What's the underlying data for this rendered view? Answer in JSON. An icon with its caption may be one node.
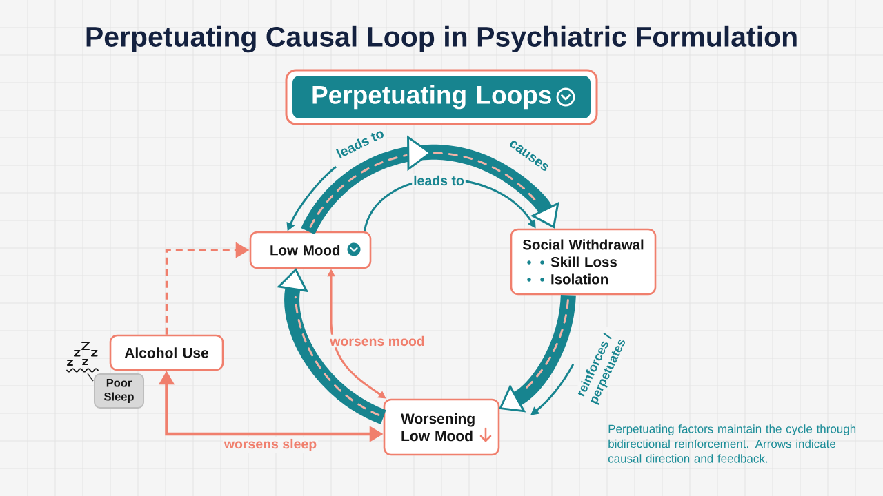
{
  "diagram": {
    "title": "Perpetuating Causal Loop in Psychiatric Formulation",
    "caption": "Perpetuating factors maintain the cycle through bidirectional reinforcement. Arrows indicate causal direction and feedback.",
    "nodes": [
      {
        "text": [
          "Perpetuating Loops"
        ]
      },
      {
        "text": [
          "Low Mood"
        ]
      },
      {
        "text": [
          "Social Withdrawal",
          "Skill Loss",
          "Isolation"
        ]
      },
      {
        "text": [],
        "shape": "picture"
      },
      {
        "text": [
          "Alcohol Use"
        ]
      },
      {
        "text": [
          "Poor Sleep"
        ]
      },
      {
        "text": [
          "Worsening Low Mood"
        ]
      }
    ],
    "edges": [
      {
        "from": 1,
        "to": 2,
        "arrow": "to",
        "label": "causes",
        "style": "thick"
      },
      {
        "from": 2,
        "to": 6,
        "arrow": "to",
        "label": "reinforces / perpetuates",
        "style": "thick"
      },
      {
        "from": 6,
        "to": 1,
        "arrow": "to",
        "style": "thick"
      },
      {
        "from": null,
        "to": 1,
        "arrow": "to",
        "label": "leads to"
      },
      {
        "from": 1,
        "to": 2,
        "arrow": "to",
        "label": "leads to"
      },
      {
        "from": 1,
        "to": 6,
        "arrow": "both",
        "label": "worsens mood",
        "color": "#f07f6d"
      },
      {
        "from": 4,
        "to": 1,
        "arrow": "to",
        "style": "dashed",
        "color": "#f07f6d"
      },
      {
        "from": 4,
        "to": 6,
        "arrow": "both",
        "label": "worsens sleep",
        "color": "#f07f6d"
      },
      {
        "from": 5,
        "to": 3,
        "arrow": "none",
        "color": "#333333"
      }
    ]
  }
}
